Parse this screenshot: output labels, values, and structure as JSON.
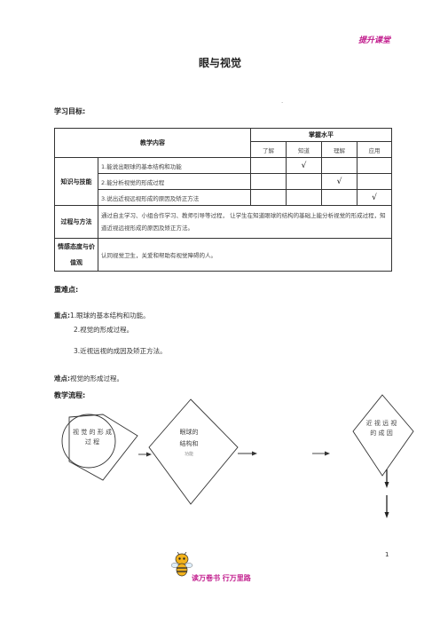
{
  "header": {
    "brand": "提升课堂"
  },
  "doc": {
    "title": "眼与视觉",
    "dot": "."
  },
  "objectives": {
    "heading": "学习目标:",
    "table": {
      "col_content": "教学内容",
      "col_mastery": "掌握水平",
      "levels": [
        "了解",
        "知道",
        "理解",
        "应用"
      ],
      "group_knowledge": "知识与技能",
      "rows": [
        "1.能说出眼球的基本结构和功能",
        "2.能分析视觉的形成过程",
        "3.说出近视远视形成的原因及矫正方法"
      ],
      "check": "√",
      "group_process": "过程与方法",
      "process_text": "通过自主学习、小组合作学习、教师引导等过程， 让学生在知道眼球的结构的基础上能分析视觉的形成过程，知道近视远视形成的原因及矫正方法。",
      "group_attitude": "情感态度与价值观",
      "attitude_text": "认同视觉卫生，关爱和帮助有视觉障碍的人。"
    }
  },
  "key_points": {
    "heading": "重难点:",
    "key_label": "重点:",
    "items": [
      "1.眼球的基本结构和功能。",
      "2.视觉的形成过程。",
      "3.近视远视的成因及矫正方法。"
    ],
    "diff_label": "难点:",
    "diff_text": "视觉的形成过程。"
  },
  "flow": {
    "heading": "教学流程:",
    "node1": "视 觉 的 形 成 过 程",
    "node2_l1": "眼球的",
    "node2_l2": "结构和",
    "node2_l3": "功能",
    "node3": "近 视 远 视 的 成 因"
  },
  "footer": {
    "slogan": "读万卷书 行万里路",
    "page": "1"
  }
}
